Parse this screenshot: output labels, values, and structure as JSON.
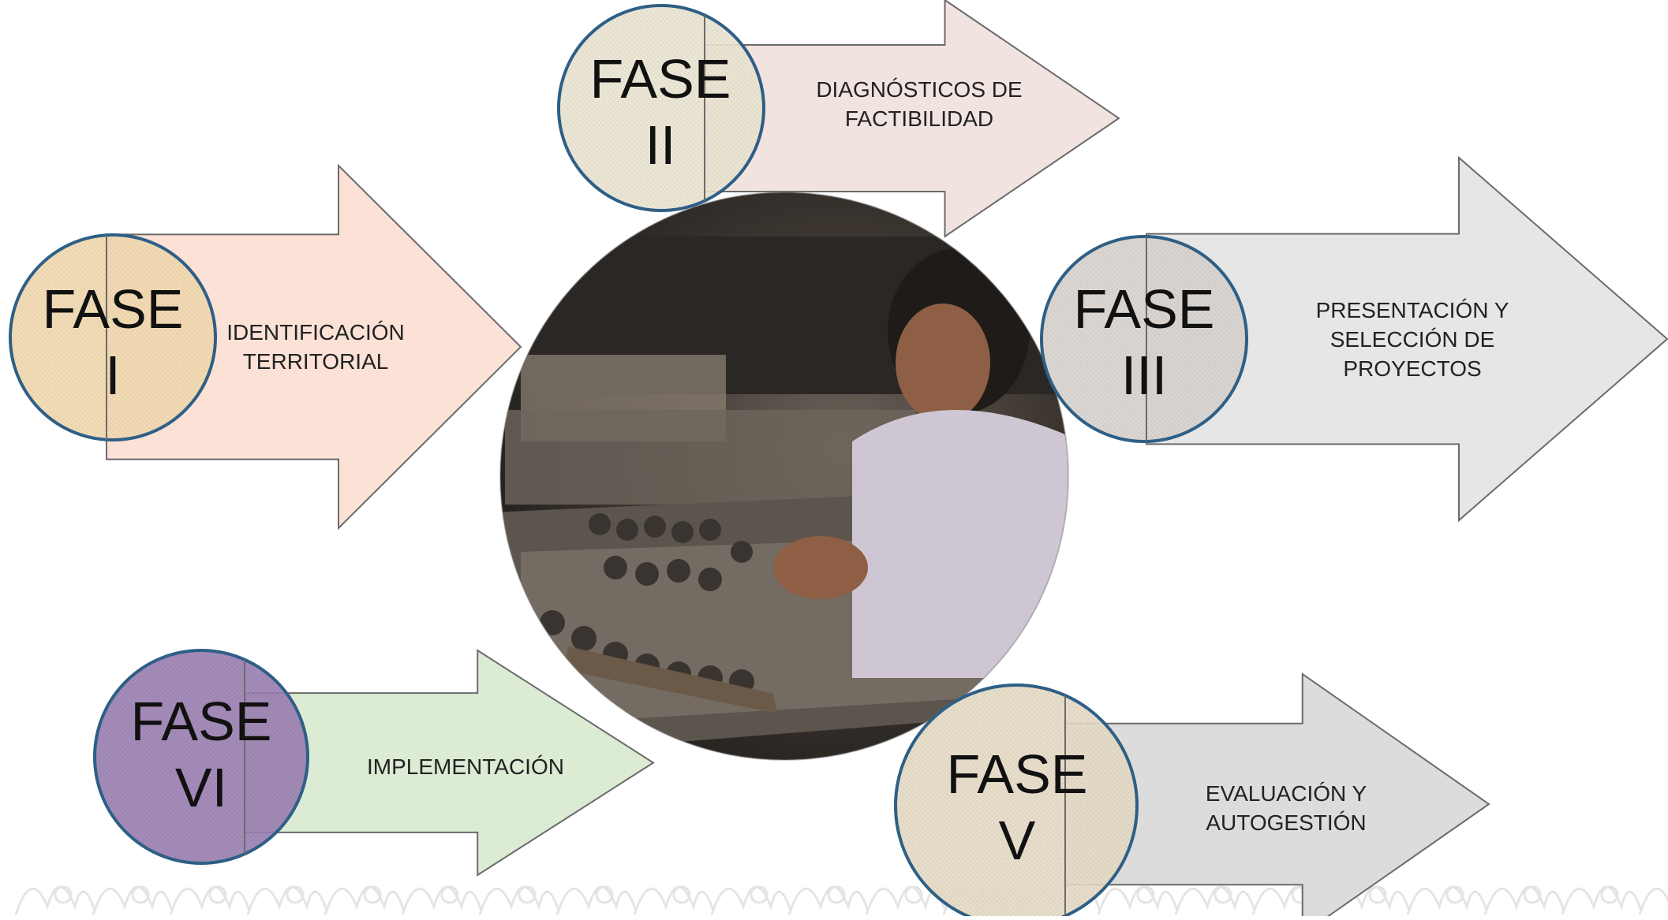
{
  "phases": [
    {
      "id": "I",
      "fase_label": "FASE",
      "numeral": "I",
      "arrow_text": "IDENTIFICACIÓN\nTERRITORIAL",
      "arrow_color": "#fbe1d6",
      "circle_color": "#f3dab0"
    },
    {
      "id": "II",
      "fase_label": "FASE",
      "numeral": "II",
      "arrow_text": "DIAGNÓSTICOS DE\nFACTIBILIDAD",
      "arrow_color": "#f1e3e0",
      "circle_color": "#ece5d3"
    },
    {
      "id": "III",
      "fase_label": "FASE",
      "numeral": "III",
      "arrow_text": "PRESENTACIÓN Y\nSELECCIÓN DE\nPROYECTOS",
      "arrow_color": "#e6e6e6",
      "circle_color": "#d9d4cf"
    },
    {
      "id": "V",
      "fase_label": "FASE",
      "numeral": "V",
      "arrow_text": "EVALUACIÓN Y\nAUTOGESTIÓN",
      "arrow_color": "#dcdcdc",
      "circle_color": "#e7dcc7"
    },
    {
      "id": "VI",
      "fase_label": "FASE",
      "numeral": "VI",
      "arrow_text": "IMPLEMENTACIÓN",
      "arrow_color": "#dcebd4",
      "circle_color": "#9b7fb2"
    }
  ],
  "colors": {
    "circle_border": "#2e5f86",
    "arrow_border": "#6b6b6b",
    "ornament": "#e4e4e4"
  },
  "photo": {
    "subject": "woman-shaping-clay-figurines"
  }
}
